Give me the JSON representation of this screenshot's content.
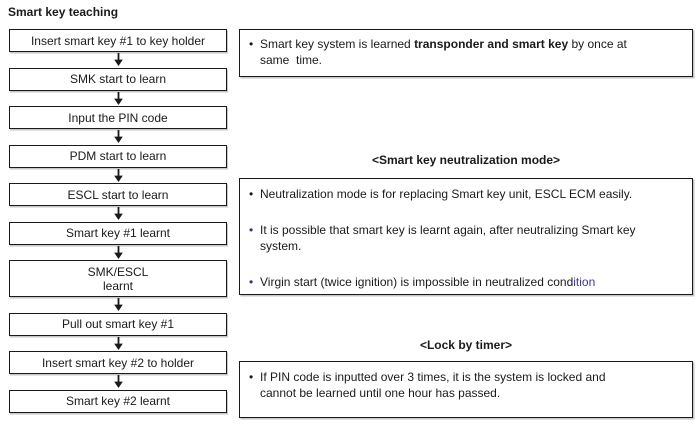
{
  "page": {
    "title": "Smart key teaching"
  },
  "colors": {
    "text": "#1a1a1a",
    "border": "#1a1a1a",
    "background": "#ffffff",
    "link_text": "#3a3a99",
    "bullet_alt": "#33337f"
  },
  "flow": {
    "steps": [
      {
        "label": "Insert smart key #1 to key holder"
      },
      {
        "label": "SMK start to learn"
      },
      {
        "label": "Input the PIN code"
      },
      {
        "label": "PDM start to learn"
      },
      {
        "label": "ESCL start to learn"
      },
      {
        "label": "Smart key #1 learnt"
      },
      {
        "label": "SMK/ESCL\nlearnt"
      },
      {
        "label": "Pull out smart key #1"
      },
      {
        "label": "Insert smart key #2 to holder"
      },
      {
        "label": "Smart key #2 learnt"
      }
    ]
  },
  "notes": {
    "teaching": {
      "bullet": "•",
      "text_before": "Smart key system is learned ",
      "text_bold": "transponder and smart key",
      "text_after": " by once at\nsame  time."
    },
    "neutralization": {
      "heading": "<Smart key neutralization mode>",
      "items": [
        {
          "bullet": "•",
          "text": "Neutralization mode is for replacing Smart key unit, ESCL ECM easily."
        },
        {
          "bullet": "•",
          "text": "It is possible that smart key is learnt again, after neutralizing Smart key\nsystem."
        },
        {
          "bullet": "•",
          "text": "Virgin start (twice ignition) is impossible in neutralized cond",
          "text_colored": "ition"
        }
      ]
    },
    "lock_by_timer": {
      "heading": "<Lock by timer>",
      "items": [
        {
          "bullet": "•",
          "text": "If PIN code is inputted over 3 times, it is the system is locked and\ncannot be learned until one hour has passed."
        }
      ]
    }
  }
}
